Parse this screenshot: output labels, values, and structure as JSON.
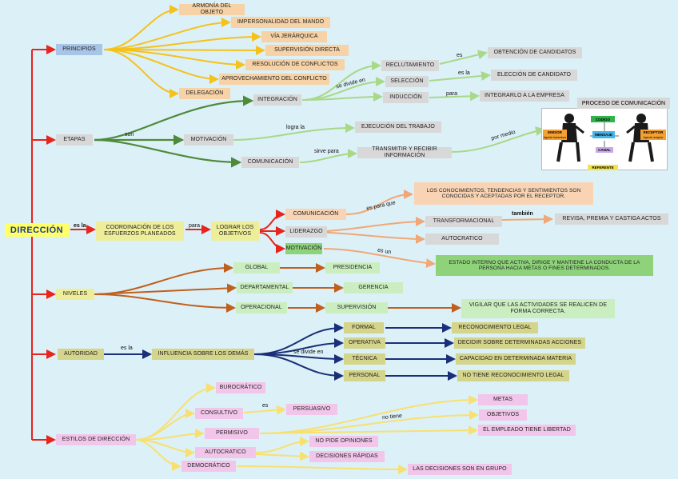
{
  "root": {
    "label": "DIRECCIÓN"
  },
  "principios": {
    "label": "PRINCIPIOS",
    "items": [
      "ARMONÍA DEL OBJETO",
      "IMPERSONALIDAD DEL MANDO",
      "VÍA JERÁRQUICA",
      "SUPERVISIÓN DIRECTA",
      "RESOLUCIÓN DE CONFLICTOS",
      "APROVECHAMIENTO DEL CONFLICTO",
      "DELEGACIÓN"
    ]
  },
  "etapas": {
    "label": "ETAPAS",
    "connector": "son",
    "integracion": {
      "label": "INTEGRACIÓN",
      "connector": "se divide en",
      "items": [
        {
          "label": "RECLUTAMIENTO",
          "connector": "es",
          "result": "OBTENCIÓN DE CANDIDATOS"
        },
        {
          "label": "SELECCIÓN",
          "connector": "es la",
          "result": "ELECCIÓN DE CANDIDATO"
        },
        {
          "label": "INDUCCIÓN",
          "connector": "para",
          "result": "INTEGRARLO A LA EMPRESA"
        }
      ]
    },
    "motivacion": {
      "label": "MOTIVACIÓN",
      "connector": "logra la",
      "result": "EJECUCIÓN DEL TRABAJO"
    },
    "comunicacion": {
      "label": "COMUNICACIÓN",
      "connector": "sirve para",
      "result": "TRANSMITIR Y RECIBIR INFORMACIÓN",
      "connector2": "por medio",
      "process_title": "PROCESO DE COMUNICACIÓN",
      "process_labels": {
        "codigo": "CODIGO",
        "emisor": "EMISOR",
        "emisor_sub": "Agente transmisor",
        "mensaje": "MENSAJE",
        "canal": "CANAL",
        "receptor": "RECEPTOR",
        "receptor_sub": "Agente receptor",
        "referente": "REFERENTE"
      }
    }
  },
  "esla": {
    "connector": "es la",
    "label": "COORDINACIÓN DE LOS ESFUERZOS PLANEADOS",
    "connector2": "para",
    "target": "LOGRAR LOS OBJETIVOS",
    "comunicacion": {
      "label": "COMUNICACIÓN",
      "connector": "es para que",
      "result": "LOS CONOCIMIENTOS, TENDENCIAS Y SENTIMIENTOS SON CONOCIDAS Y ACEPTADAS POR EL RECEPTOR."
    },
    "liderazgo": {
      "label": "LIDERAZGO",
      "items": [
        {
          "label": "TRANSFORMACIONAL",
          "connector": "también",
          "result": "REVISA, PREMIA Y CASTIGA ACTOS"
        },
        {
          "label": "AUTOCRATICO"
        }
      ]
    },
    "motivacion": {
      "label": "MOTIVACIÓN",
      "connector": "es un",
      "result": "ESTADO INTERNO QUE ACTIVA, DIRIGE Y MANTIENE LA CONDUCTA DE LA PERSONA HACIA METAS O FINES DETERMINADOS."
    }
  },
  "niveles": {
    "label": "NIVELES",
    "items": [
      {
        "label": "GLOBAL",
        "result": "PRESIDENCIA"
      },
      {
        "label": "DEPARTAMENTAL",
        "result": "GERENCIA"
      },
      {
        "label": "OPERACIONAL",
        "result": "SUPERVISIÓN"
      }
    ],
    "supervision_result": "VIGILAR QUE LAS ACTIVIDADES SE REALICEN DE FORMA CORRECTA."
  },
  "autoridad": {
    "label": "AUTORIDAD",
    "connector": "es la",
    "target": "INFLUENCIA SOBRE LOS DEMÁS",
    "connector2": "se divide en",
    "items": [
      {
        "label": "FORMAL",
        "result": "RECONOCIMIENTO LEGAL"
      },
      {
        "label": "OPERATIVA",
        "result": "DECIDIR SOBRE DETERMINADAS ACCIONES"
      },
      {
        "label": "TÉCNICA",
        "result": "CAPACIDAD EN DETERMINADA MATERIA"
      },
      {
        "label": "PERSONAL",
        "result": "NO TIENE RECONOCIMIENTO LEGAL"
      }
    ]
  },
  "estilos": {
    "label": "ESTILOS DE DIRECCIÓN",
    "burocratico": "BUROCRÁTICO",
    "consultivo": "CONSULTIVO",
    "consultivo_connector": "es",
    "consultivo_result": "PERSUASIVO",
    "permisivo": "PERMISIVO",
    "permisivo_connector": "no tiene",
    "permisivo_results": [
      "METAS",
      "OBJETIVOS",
      "EL EMPLEADO TIENE LIBERTAD"
    ],
    "autocratico": "AUTOCRATICO",
    "autocratico_results": [
      "NO PIDE OPINIONES",
      "DECISIONES RÁPIDAS"
    ],
    "democratico": "DEMOCRÁTICO",
    "democratico_result": "LAS DECISIONES SON EN GRUPO"
  },
  "colors": {
    "red": "#e8241c",
    "yellow": "#f5c21b",
    "green": "#4e8a3a",
    "orange": "#f0a878",
    "brown": "#c0601e",
    "navy": "#1a2f78",
    "lightyellow": "#f8e070",
    "lightgreen": "#a8d888"
  }
}
